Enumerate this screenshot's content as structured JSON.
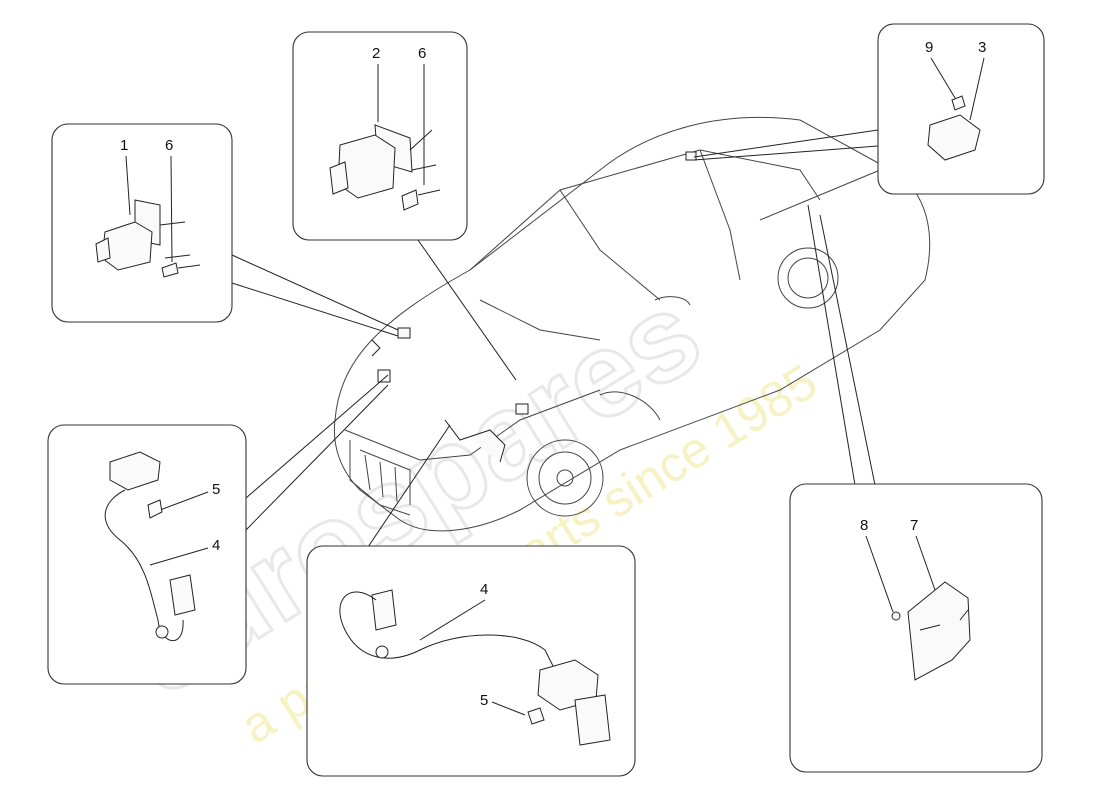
{
  "watermark": {
    "logo": "eurospares",
    "slogan": "a passion for parts since 1985"
  },
  "callouts": {
    "box1": {
      "n1": "1",
      "n6": "6"
    },
    "box2": {
      "n2": "2",
      "n6": "6"
    },
    "box3": {
      "n9": "9",
      "n3": "3"
    },
    "box4": {
      "n5": "5",
      "n4": "4"
    },
    "box5": {
      "n4": "4",
      "n5": "5"
    },
    "box6": {
      "n8": "8",
      "n7": "7"
    }
  }
}
